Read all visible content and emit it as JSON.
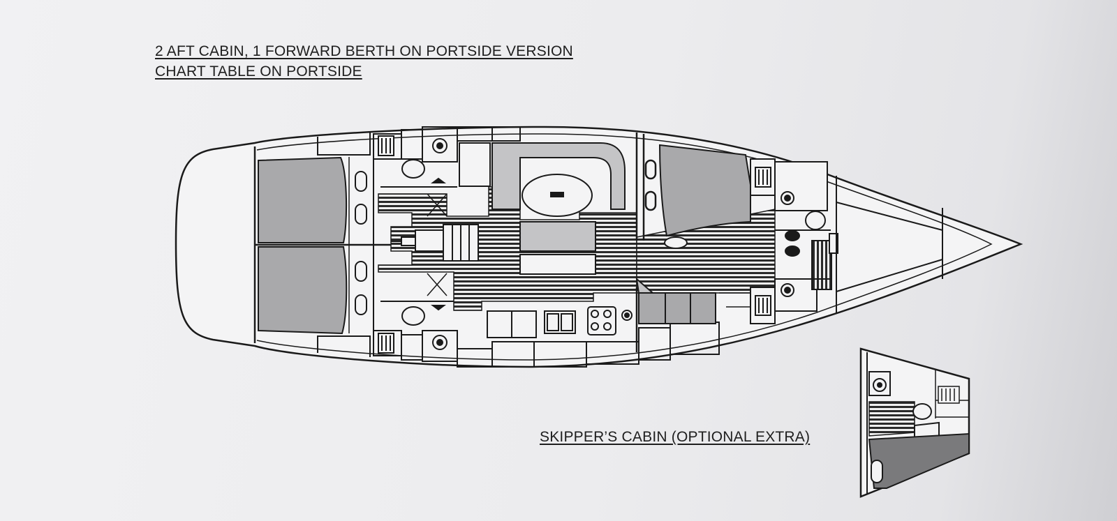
{
  "title": {
    "line1": "2 AFT CABIN, 1 FORWARD BERTH ON PORTSIDE VERSION",
    "line2": "CHART TABLE ON PORTSIDE"
  },
  "inset": {
    "caption": "SKIPPER’S CABIN (OPTIONAL EXTRA)"
  },
  "colors": {
    "line": "#1a1a1a",
    "berth_fill": "#a9a9ab",
    "upholstery_fill": "#c4c4c6",
    "floor_stripe": "#2a2a2a",
    "paper": "#eeeef0"
  }
}
